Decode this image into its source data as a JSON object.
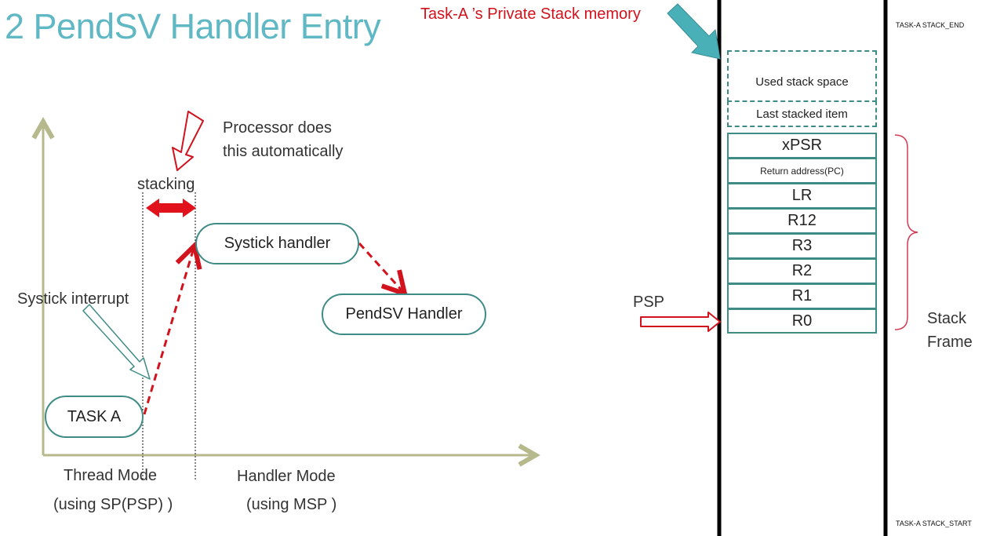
{
  "slide_title": "2 PendSV Handler Entry",
  "memory_title": "Task-A ’s Private Stack memory",
  "stack_end_label": "TASK-A STACK_END",
  "stack_start_label": "TASK-A STACK_START",
  "diagram": {
    "processor_note_line1": "Processor does",
    "processor_note_line2": "this automatically",
    "stacking_label": "stacking",
    "systick_handler": "Systick handler",
    "pendsv_handler": "PendSV Handler",
    "systick_interrupt": "Systick interrupt",
    "task_a": "TASK A",
    "thread_mode_line1": "Thread Mode",
    "thread_mode_line2": "(using SP(PSP) )",
    "handler_mode_line1": "Handler Mode",
    "handler_mode_line2": "(using MSP )"
  },
  "stack": {
    "used_space": "Used stack space",
    "last_item": "Last stacked item",
    "frame_items": [
      "xPSR",
      "Return address(PC)",
      "LR",
      "R12",
      "R3",
      "R2",
      "R1",
      "R0"
    ],
    "psp_label": "PSP",
    "frame_label_line1": "Stack",
    "frame_label_line2": "Frame"
  },
  "colors": {
    "title": "#5fb8c4",
    "accent_red": "#d2121c",
    "pill_border": "#3f8b86",
    "axis": "#b5b98c"
  }
}
